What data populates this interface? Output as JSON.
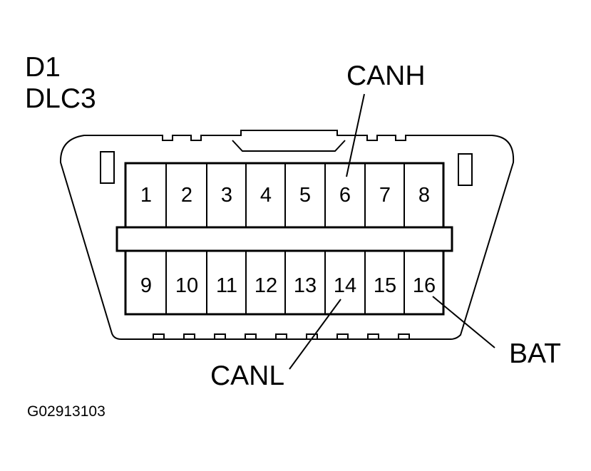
{
  "connector_id": "D1",
  "connector_name": "DLC3",
  "signals": {
    "canh": "CANH",
    "canl": "CANL",
    "bat": "BAT"
  },
  "pins": {
    "top": [
      "1",
      "2",
      "3",
      "4",
      "5",
      "6",
      "7",
      "8"
    ],
    "bottom": [
      "9",
      "10",
      "11",
      "12",
      "13",
      "14",
      "15",
      "16"
    ]
  },
  "figure_code": "G02913103",
  "colors": {
    "line": "#000000",
    "background": "#ffffff"
  }
}
